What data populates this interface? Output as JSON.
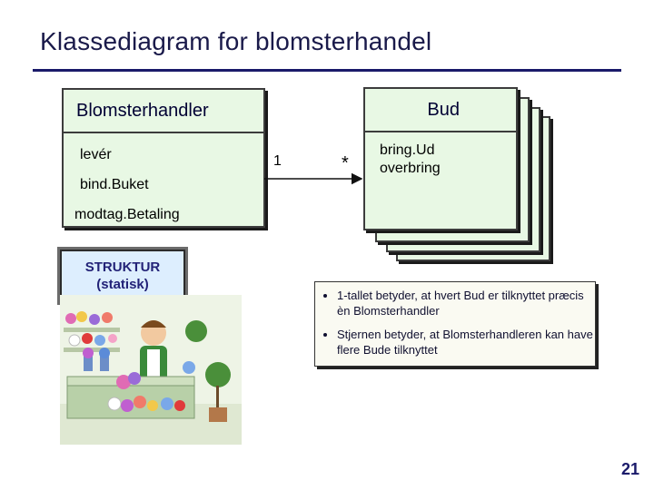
{
  "title": "Klassediagram for blomsterhandel",
  "class_florist": {
    "name": "Blomsterhandler",
    "operations": [
      "levér",
      "bind.Buket",
      "modtag.Betaling"
    ]
  },
  "class_courier": {
    "name": "Bud",
    "operations": [
      "bring.Ud",
      "overbring"
    ]
  },
  "association": {
    "florist_multiplicity": "1",
    "courier_multiplicity": "*"
  },
  "structure_label": {
    "line1": "STRUKTUR",
    "line2": "(statisk)"
  },
  "notes": [
    "1-tallet betyder, at hvert Bud er tilknyttet præcis èn Blomsterhandler",
    "Stjernen betyder, at Blomsterhandleren kan have flere Bude tilknyttet"
  ],
  "page_number": "21",
  "colors": {
    "class_fill": "#e8f8e4",
    "title": "#1a1a4a",
    "accent": "#1a1a6a"
  }
}
